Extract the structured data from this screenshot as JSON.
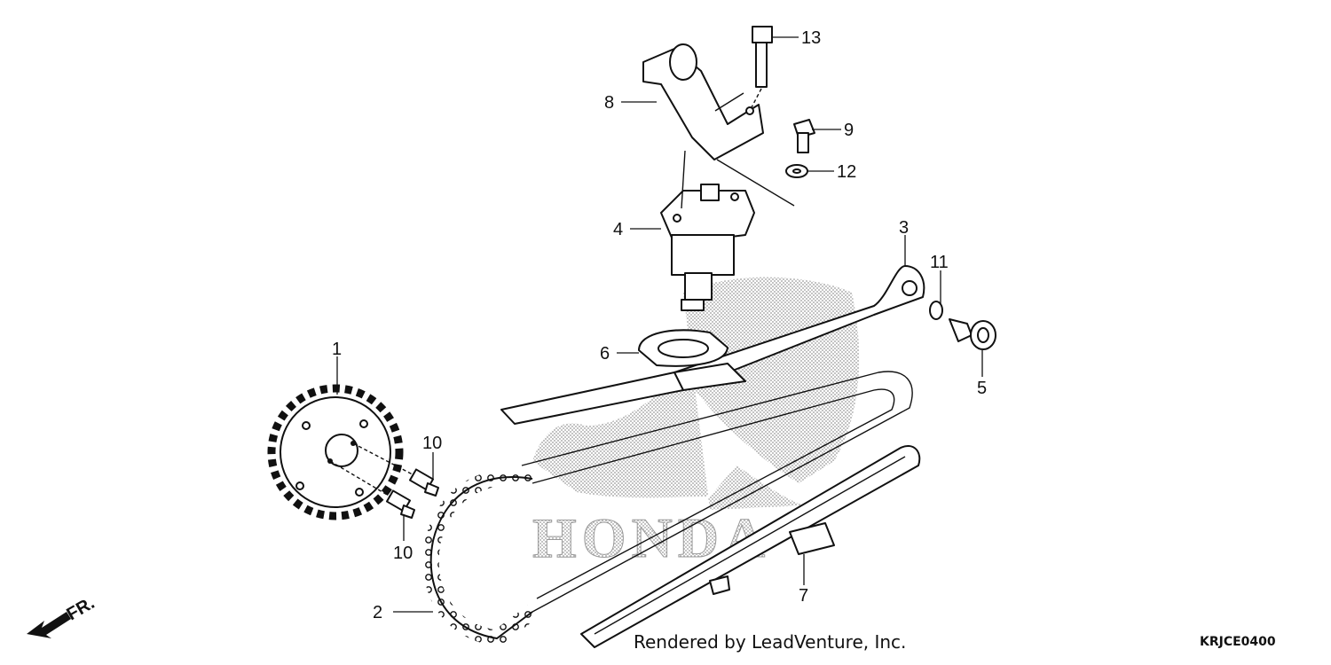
{
  "watermark": {
    "text": "HONDA",
    "color": "#b0b0b0"
  },
  "callouts": [
    {
      "id": "1",
      "label": "1"
    },
    {
      "id": "2",
      "label": "2"
    },
    {
      "id": "3",
      "label": "3"
    },
    {
      "id": "4",
      "label": "4"
    },
    {
      "id": "5",
      "label": "5"
    },
    {
      "id": "6",
      "label": "6"
    },
    {
      "id": "7",
      "label": "7"
    },
    {
      "id": "8",
      "label": "8"
    },
    {
      "id": "9",
      "label": "9"
    },
    {
      "id": "10a",
      "label": "10"
    },
    {
      "id": "10b",
      "label": "10"
    },
    {
      "id": "11",
      "label": "11"
    },
    {
      "id": "12",
      "label": "12"
    },
    {
      "id": "13",
      "label": "13"
    }
  ],
  "direction_indicator": {
    "label": "FR.",
    "icon": "front-arrow-icon"
  },
  "footer": {
    "credit": "Rendered by LeadVenture, Inc.",
    "diagram_code": "KRJCE0400"
  }
}
